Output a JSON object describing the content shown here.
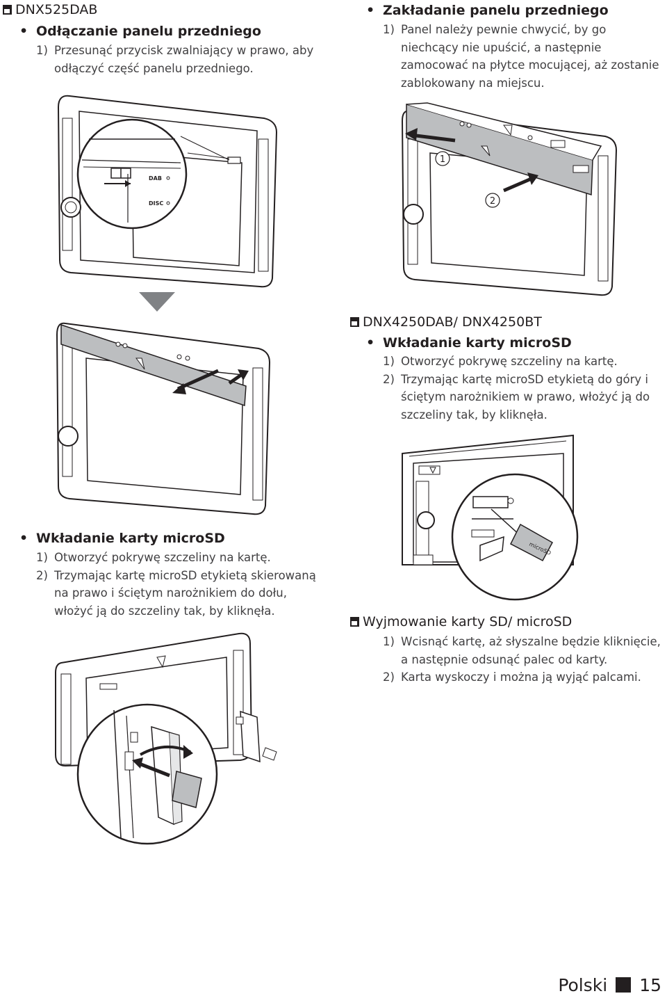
{
  "sections": {
    "dnx525": {
      "header": "DNX525DAB",
      "bullet1": {
        "title": "Odłączanie panelu przedniego",
        "steps": [
          {
            "num": "1)",
            "text": "Przesunąć przycisk zwalniający w prawo, aby odłączyć część panelu przedniego."
          }
        ]
      },
      "bullet2": {
        "title": "Zakładanie panelu przedniego",
        "steps": [
          {
            "num": "1)",
            "text": "Panel należy pewnie chwycić, by go niechcący nie upuścić, a następnie zamocować na płytce mocującej, aż zostanie zablokowany na miejscu."
          }
        ]
      },
      "bullet3": {
        "title": "Wkładanie karty microSD",
        "steps": [
          {
            "num": "1)",
            "text": "Otworzyć pokrywę szczeliny na kartę."
          },
          {
            "num": "2)",
            "text": "Trzymając kartę microSD etykietą skierowaną na prawo i ściętym narożnikiem do dołu, włożyć ją do szczeliny tak, by kliknęła."
          }
        ]
      }
    },
    "dnx4250": {
      "header": "DNX4250DAB/ DNX4250BT",
      "bullet": {
        "title": "Wkładanie karty microSD",
        "steps": [
          {
            "num": "1)",
            "text": "Otworzyć pokrywę szczeliny na kartę."
          },
          {
            "num": "2)",
            "text": "Trzymając kartę microSD etykietą do góry i ściętym narożnikiem w prawo, włożyć ją do szczeliny tak, by kliknęła."
          }
        ]
      }
    },
    "remove": {
      "header": "Wyjmowanie karty SD/ microSD",
      "steps": [
        {
          "num": "1)",
          "text": "Wcisnąć kartę, aż słyszalne będzie kliknięcie, a następnie odsunąć palec od karty."
        },
        {
          "num": "2)",
          "text": "Karta wyskoczy i można ją wyjąć palcami."
        }
      ]
    }
  },
  "illustration_labels": {
    "dab": "DAB",
    "disc": "DISC",
    "callout1": "1",
    "callout2": "2",
    "microsd": "microSD"
  },
  "footer": {
    "language": "Polski",
    "page": "15"
  }
}
